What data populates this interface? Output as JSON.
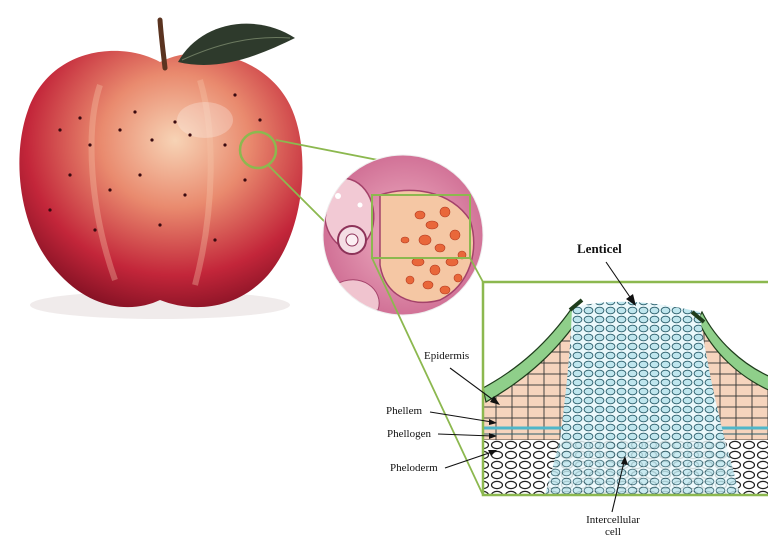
{
  "labels": {
    "lenticel": "Lenticel",
    "epidermis": "Epidermis",
    "phellem": "Phellem",
    "phellogen": "Phellogen",
    "phelloderm": "Pheloderm",
    "intercellular_line1": "Intercellular",
    "intercellular_line2": "cell"
  },
  "colors": {
    "zoom_frame": "#8cb84f",
    "apple_red": "#b0122a",
    "apple_light": "#f3c3a0",
    "leaf": "#2e3a2c",
    "epidermis_cells": "#8fcf8a",
    "phellem_cells": "#f6d4bd",
    "phellogen_band": "#4fb6c9",
    "lenticel_cells": "#bfe6ee",
    "tissue_pink": "#d98aa6",
    "tissue_orange": "#e9673a"
  }
}
